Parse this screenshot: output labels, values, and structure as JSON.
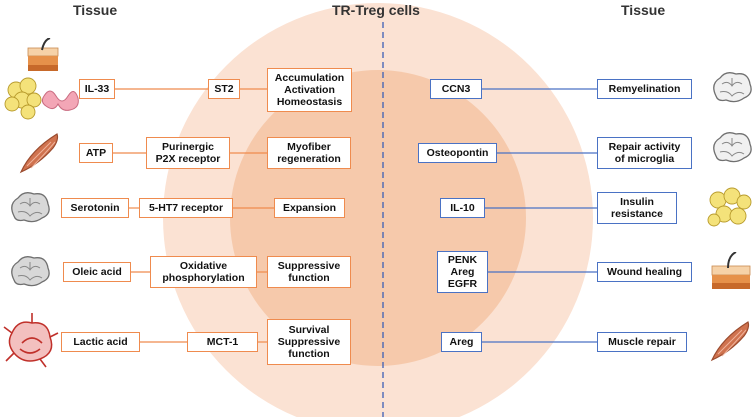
{
  "headers": {
    "left": "Tissue",
    "center": "TR-Treg cells",
    "right": "Tissue"
  },
  "colors": {
    "outer_circle": "#fbe2d3",
    "inner_circle": "#f6c9ab",
    "left_border": "#ef8b4e",
    "right_border": "#4a72c4",
    "divider": "#3b5fb5"
  },
  "left_rows": [
    {
      "icon": "skin-and-fat-icon",
      "ligand": "IL-33",
      "receptor": "ST2",
      "effect": "Accumulation\nActivation\nHomeostasis"
    },
    {
      "icon": "muscle-icon",
      "ligand": "ATP",
      "receptor": "Purinergic\nP2X receptor",
      "effect": "Myofiber\nregeneration"
    },
    {
      "icon": "brain-icon",
      "ligand": "Serotonin",
      "receptor": "5-HT7 receptor",
      "effect": "Expansion"
    },
    {
      "icon": "brain-icon",
      "ligand": "Oleic acid",
      "receptor": "Oxidative\nphosphorylation",
      "effect": "Suppressive\nfunction"
    },
    {
      "icon": "tumor-icon",
      "ligand": "Lactic acid",
      "receptor": "MCT-1",
      "effect": "Survival\nSuppressive\nfunction"
    }
  ],
  "right_rows": [
    {
      "factor": "CCN3",
      "effect": "Remyelination",
      "icon": "brain-icon"
    },
    {
      "factor": "Osteopontin",
      "effect": "Repair activity\nof microglia",
      "icon": "brain-icon"
    },
    {
      "factor": "IL-10",
      "effect": "Insulin\nresistance",
      "icon": "fat-cells-icon"
    },
    {
      "factor": "PENK\nAreg\nEGFR",
      "effect": "Wound healing",
      "icon": "skin-icon"
    },
    {
      "factor": "Areg",
      "effect": "Muscle repair",
      "icon": "muscle-icon"
    }
  ]
}
